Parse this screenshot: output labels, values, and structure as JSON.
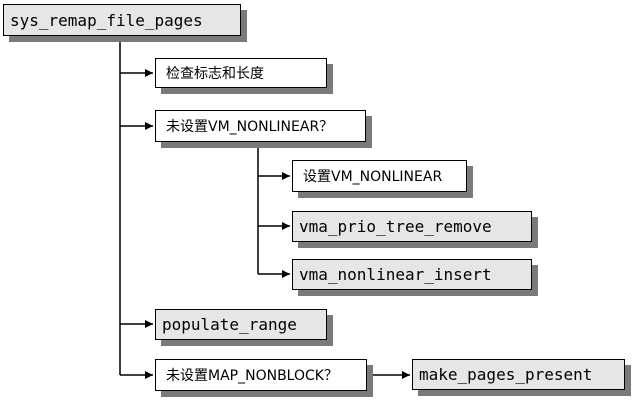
{
  "diagram": {
    "root": "sys_remap_file_pages",
    "steps": {
      "check_flags": "检查标志和长度",
      "not_nonlinear": "未设置VM_NONLINEAR？",
      "set_nonlinear": "设置VM_NONLINEAR",
      "prio_tree_remove": "vma_prio_tree_remove",
      "nonlinear_insert": "vma_nonlinear_insert",
      "populate_range": "populate_range",
      "not_nonblock": "未设置MAP_NONBLOCK？",
      "make_pages_present": "make_pages_present"
    }
  }
}
